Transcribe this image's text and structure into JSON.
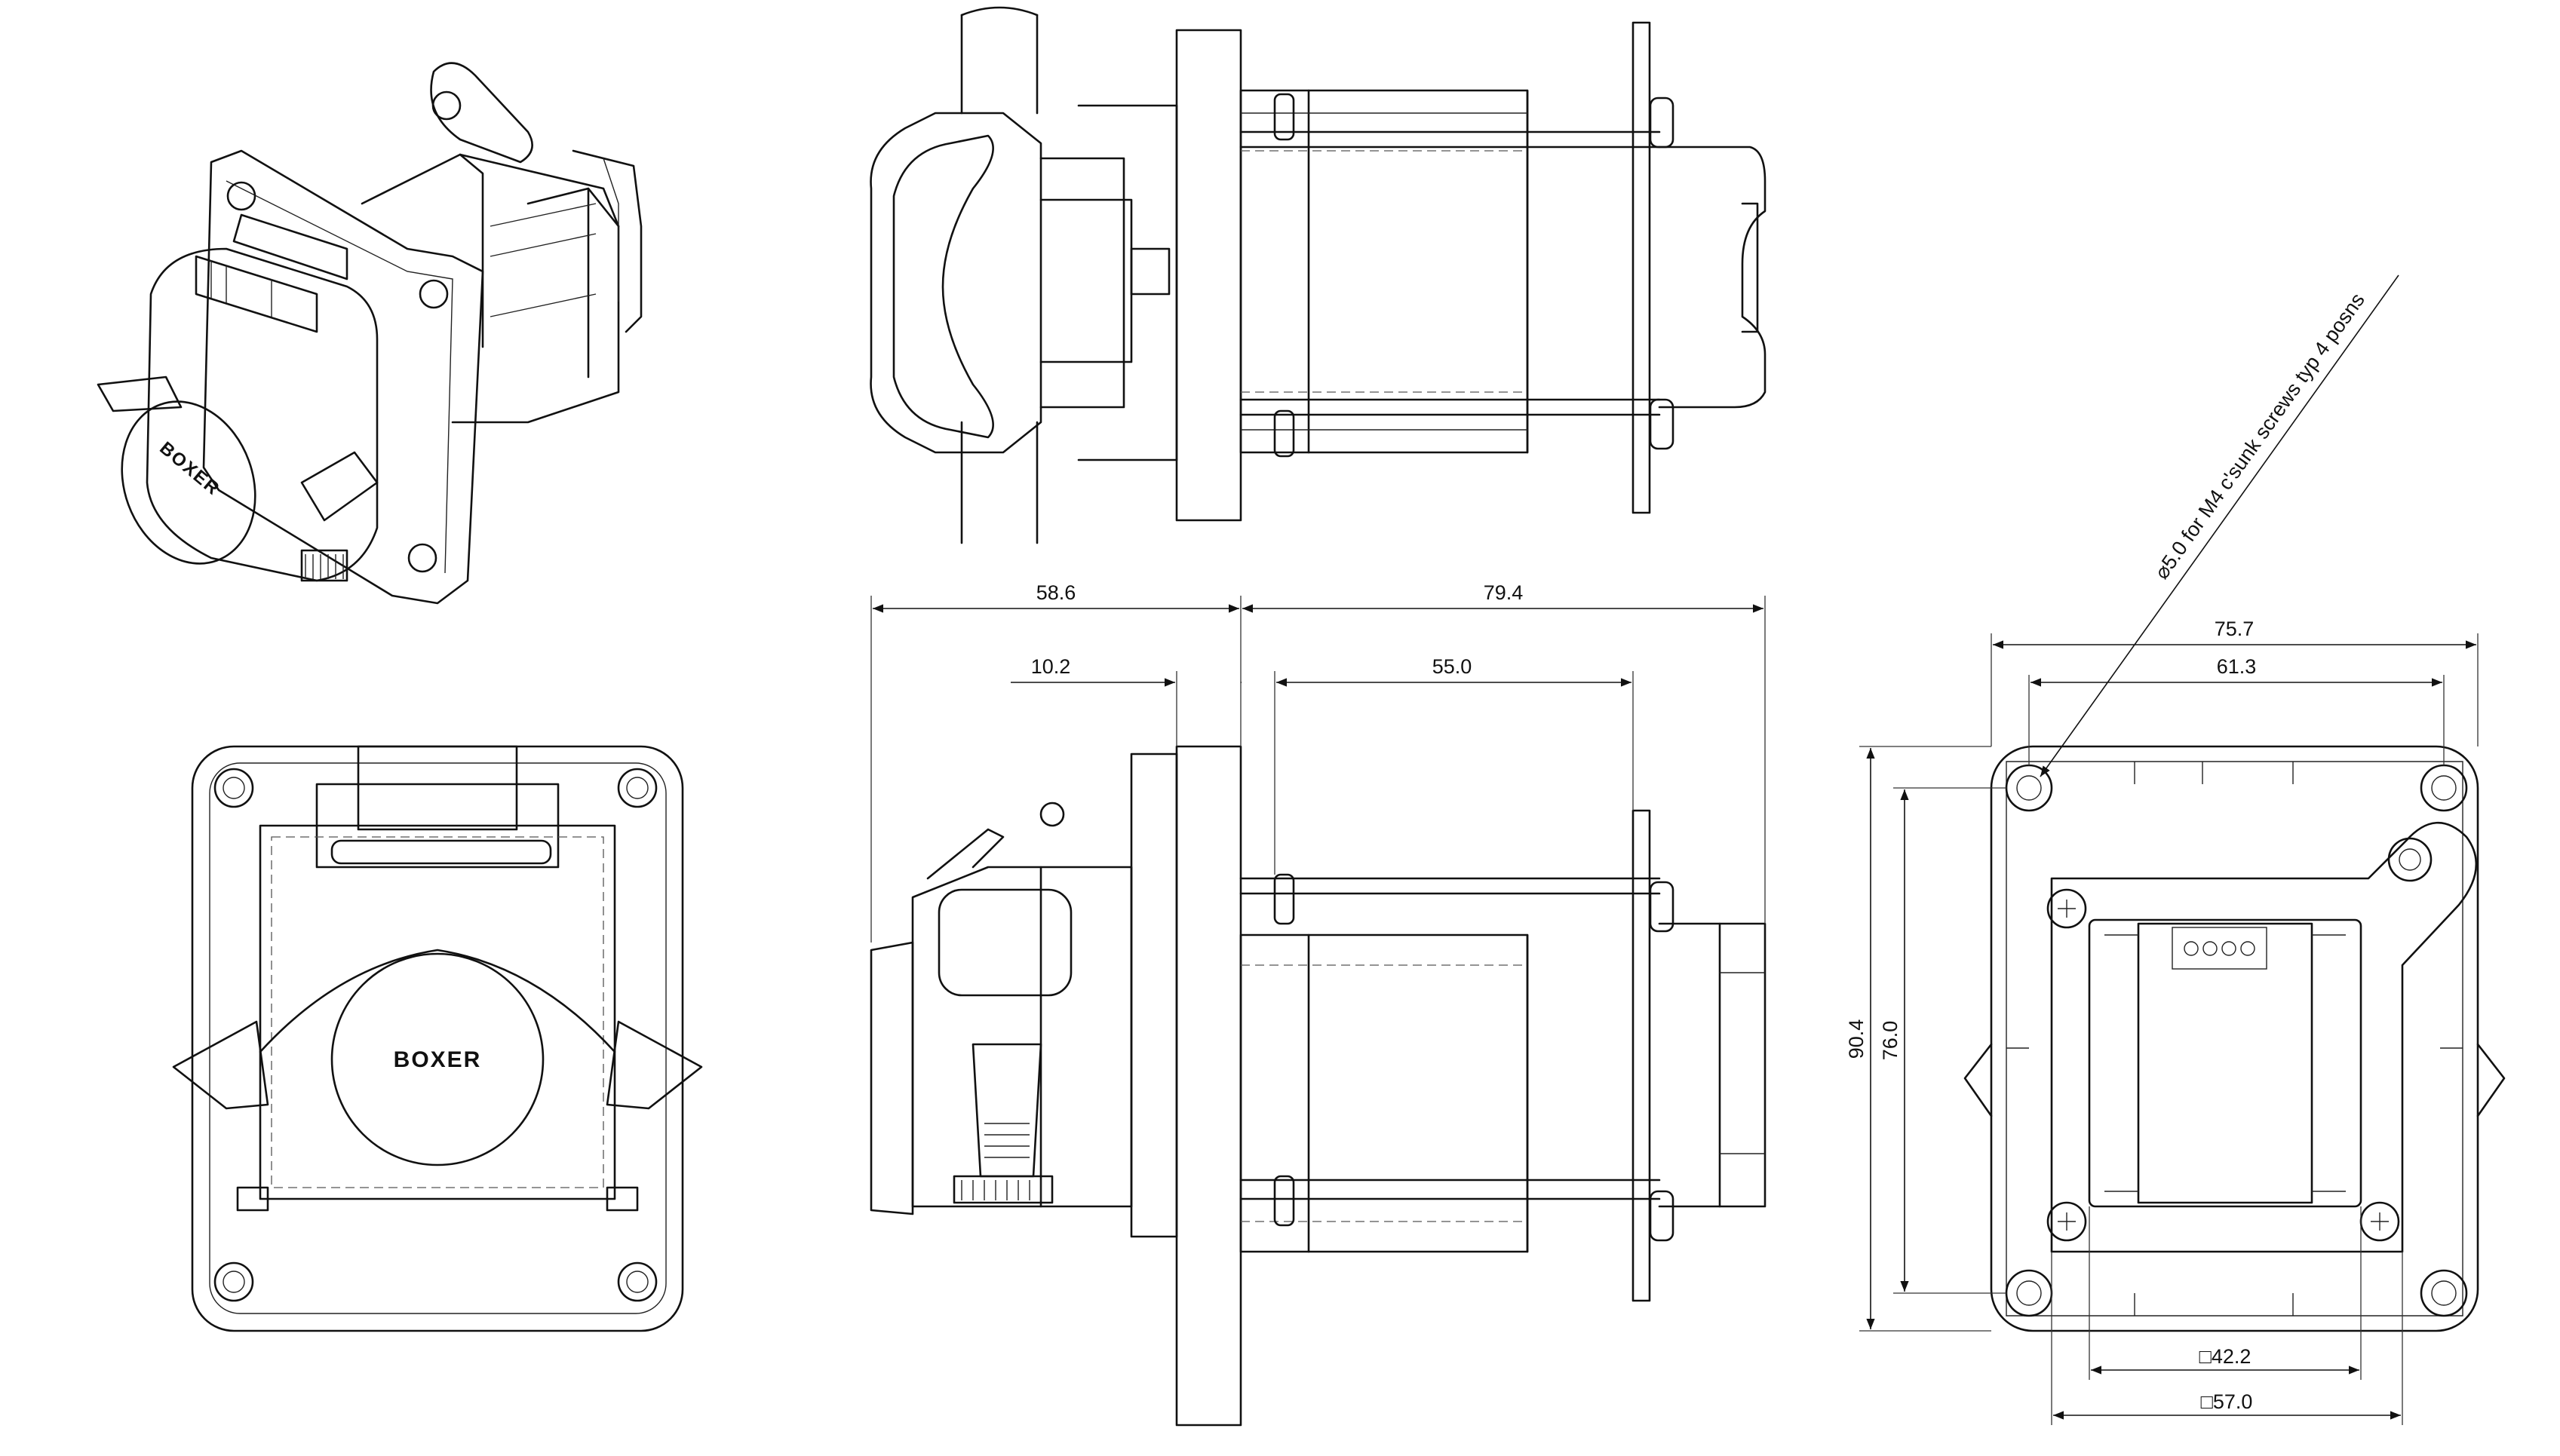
{
  "brand": "BOXER",
  "dimensions": {
    "overall_front_length": "58.6",
    "overall_motor_length": "79.4",
    "flange_offset": "10.2",
    "motor_body_length": "55.0",
    "flange_width": "75.7",
    "hole_spacing_h": "61.3",
    "flange_height": "90.4",
    "hole_spacing_v": "76.0",
    "motor_square": "□42.2",
    "flange_square": "□57.0"
  },
  "note": "⌀5.0 for M4 c'sunk screws typ 4 posns"
}
